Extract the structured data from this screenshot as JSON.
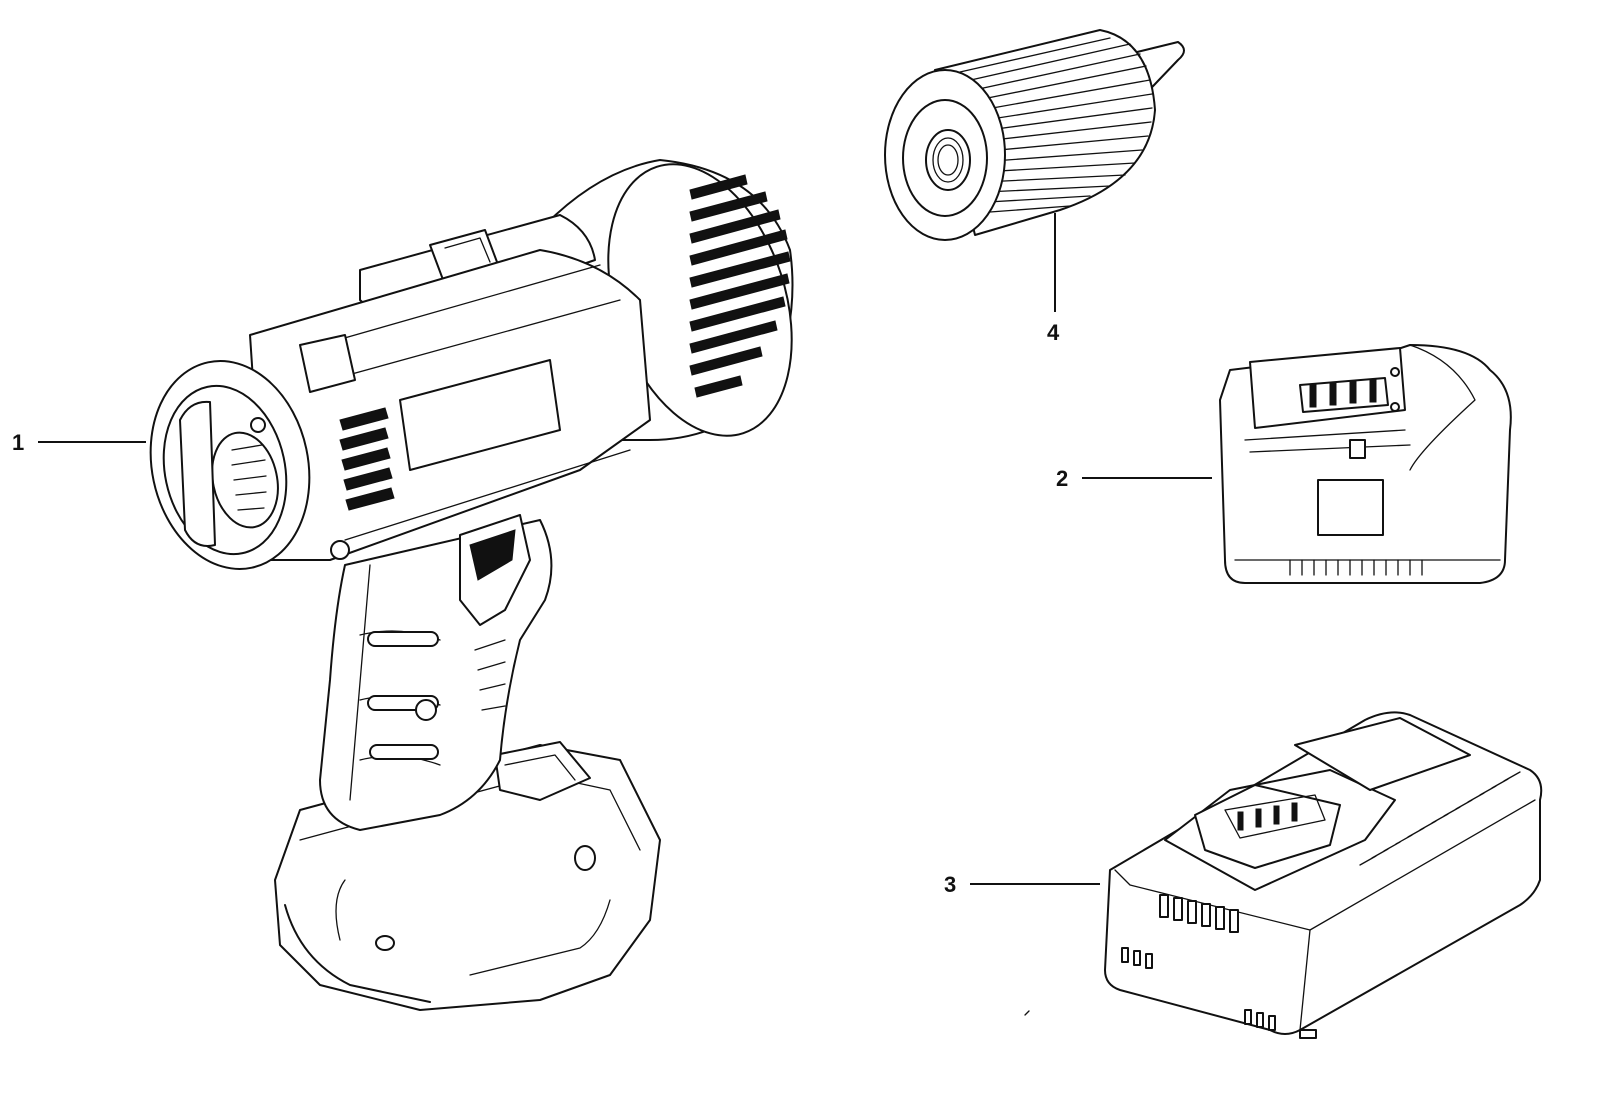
{
  "callouts": {
    "c1": "1",
    "c2": "2",
    "c3": "3",
    "c4": "4"
  },
  "parts": {
    "p1": "drill-body",
    "p2": "battery-pack",
    "p3": "charger",
    "p4": "keyless-chuck"
  },
  "colors": {
    "line": "#111111",
    "background": "#ffffff"
  }
}
